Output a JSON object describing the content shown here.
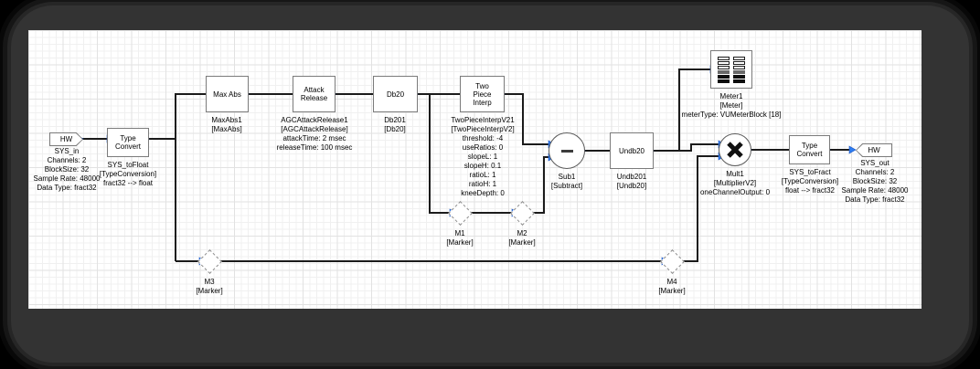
{
  "window": {
    "background": "#000000",
    "frame_color": "#333333",
    "canvas_color": "#ffffff",
    "grid_minor_color": "#f0f0f0",
    "grid_major_color": "#e2e2e2"
  },
  "colors": {
    "pin_blue": "#2e7df0",
    "pin_blue_edge": "#1a53c2",
    "wire": "#1b1b1b",
    "block_border": "#7b7b7b"
  },
  "icons": {
    "sub": "minus-icon",
    "mult": "multiply-x-icon",
    "meter": "vu-meter-icon",
    "pin": "port-pin-icon"
  },
  "blocks": {
    "hw_in": {
      "label": "HW",
      "caption": [
        "SYS_in",
        "Channels: 2",
        "BlockSize: 32",
        "Sample Rate: 48000",
        "Data Type: fract32"
      ]
    },
    "tc_left": {
      "label": "Type Convert",
      "caption": [
        "SYS_toFloat",
        "[TypeConversion]",
        "fract32 --> float"
      ]
    },
    "maxabs": {
      "label": "Max Abs",
      "caption": [
        "MaxAbs1",
        "[MaxAbs]"
      ]
    },
    "attack": {
      "label": "Attack Release",
      "caption": [
        "AGCAttackRelease1",
        "[AGCAttackRelease]",
        "attackTime: 2 msec",
        "releaseTime: 100 msec"
      ]
    },
    "db20": {
      "label": "Db20",
      "caption": [
        "Db201",
        "[Db20]"
      ]
    },
    "twopiece": {
      "label": "Two Piece Interp",
      "caption": [
        "TwoPieceInterpV21",
        "[TwoPieceInterpV2]",
        "threshold: -4",
        "useRatios: 0",
        "slopeL: 1",
        "slopeH: 0.1",
        "ratioL: 1",
        "ratioH: 1",
        "kneeDepth: 0"
      ]
    },
    "sub": {
      "caption": [
        "Sub1",
        "[Subtract]"
      ]
    },
    "undb": {
      "label": "Undb20",
      "caption": [
        "Undb201",
        "[Undb20]"
      ]
    },
    "meter": {
      "caption": [
        "Meter1",
        "[Meter]",
        "meterType: VUMeterBlock [18]"
      ]
    },
    "mult": {
      "caption": [
        "Mult1",
        "[MultiplierV2]",
        "oneChannelOutput: 0"
      ]
    },
    "tc_right": {
      "label": "Type Convert",
      "caption": [
        "SYS_toFract",
        "[TypeConversion]",
        "float --> fract32"
      ]
    },
    "hw_out": {
      "label": "HW",
      "caption": [
        "SYS_out",
        "Channels: 2",
        "BlockSize: 32",
        "Sample Rate: 48000",
        "Data Type: fract32"
      ]
    },
    "m1": {
      "caption": [
        "M1",
        "[Marker]"
      ]
    },
    "m2": {
      "caption": [
        "M2",
        "[Marker]"
      ]
    },
    "m3": {
      "caption": [
        "M3",
        "[Marker]"
      ]
    },
    "m4": {
      "caption": [
        "M4",
        "[Marker]"
      ]
    }
  }
}
